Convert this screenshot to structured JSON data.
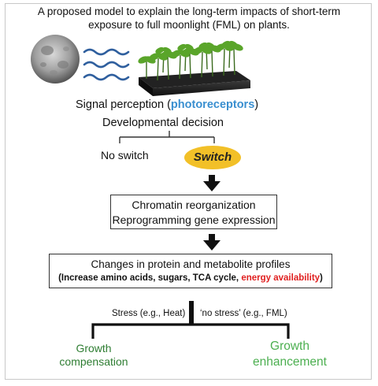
{
  "title": {
    "line1": "A proposed model to explain the long-term impacts of short-term",
    "line2": "exposure to full moonlight (FML) on plants."
  },
  "signal": {
    "prefix": "Signal perception (",
    "keyword": "photoreceptors",
    "suffix": ")"
  },
  "developmental_decision": "Developmental decision",
  "no_switch": "No switch",
  "switch": "Switch",
  "box1": {
    "line1": "Chromatin reorganization",
    "line2": "Reprogramming gene expression"
  },
  "box2": {
    "line1": "Changes in protein and metabolite profiles",
    "line2_prefix": "(Increase amino acids, sugars, TCA cycle, ",
    "line2_highlight": "energy availability",
    "line2_suffix": ")"
  },
  "stress": "Stress (e.g., Heat)",
  "no_stress": "‘no stress’ (e.g., FML)",
  "growth_compensation": {
    "line1": "Growth",
    "line2": "compensation"
  },
  "growth_enhancement": {
    "line1": "Growth",
    "line2": "enhancement"
  },
  "colors": {
    "accent_blue": "#3a8fd0",
    "switch_yellow": "#f2c028",
    "highlight_red": "#e02020",
    "growth_comp_green": "#2e7d32",
    "growth_enh_green": "#4caf50",
    "wave_blue": "#2f5f9e"
  },
  "icons": [
    "moon-icon",
    "light-wave-icon",
    "seedling-tray-icon",
    "down-arrow-icon"
  ]
}
